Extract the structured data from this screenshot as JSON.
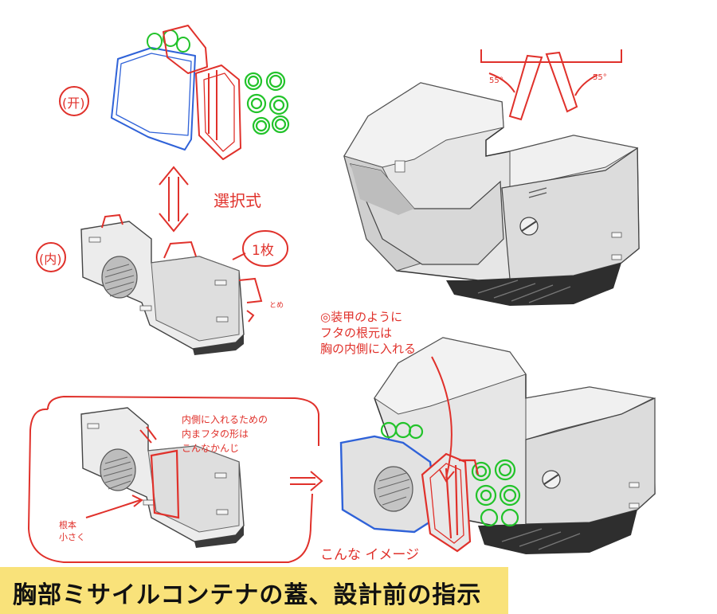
{
  "caption": "胸部ミサイルコンテナの蓋、設計前の指示",
  "labels": {
    "option_a": "(开)",
    "option_b": "(内)",
    "selection": "選択式",
    "one_piece": "1枚",
    "hinge": "とめ",
    "instruction": "◎装甲のように\nフタの根元は\n胸の内側に入れる",
    "inner_hatch": "内側に入れるための\n内まフタの形は\nこんなかんじ",
    "base_small": "根本\n小さく",
    "image": "こんな イメージ",
    "angle_left": "55°",
    "angle_right": "55°"
  },
  "colors": {
    "red": "#e0312b",
    "blue": "#2f62d8",
    "green": "#22c32a",
    "panel_light": "#ececec",
    "panel_mid": "#d2d2d2",
    "panel_dark": "#9a9a9a",
    "caption_bg": "#f9e27a"
  }
}
